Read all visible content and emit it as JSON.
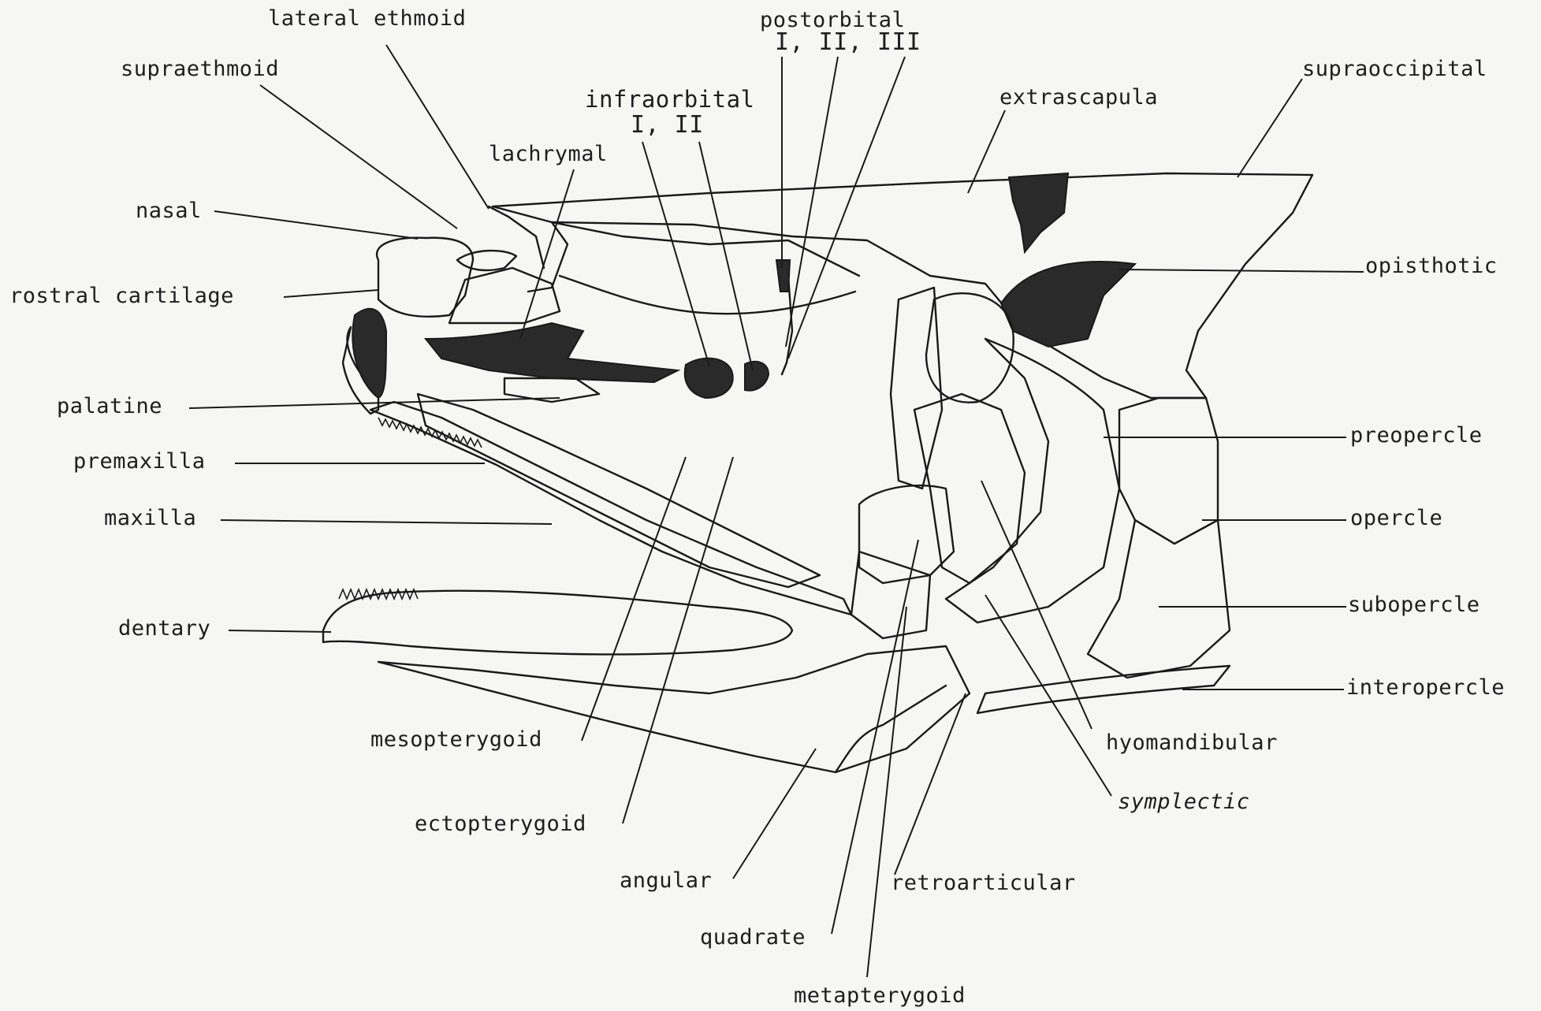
{
  "labels": {
    "lateral_ethmoid": "lateral ethmoid",
    "postorbital_1": "postorbital",
    "postorbital_2": "I, II, III",
    "supraethmoid": "supraethmoid",
    "infraorbital_1": "infraorbital",
    "infraorbital_2": "I, II",
    "extrascapula": "extrascapula",
    "supraoccipital": "supraoccipital",
    "lachrymal": "lachrymal",
    "nasal": "nasal",
    "rostral_cartilage": "rostral cartilage",
    "opisthotic": "opisthotic",
    "palatine": "palatine",
    "premaxilla": "premaxilla",
    "maxilla": "maxilla",
    "preopercle": "preopercle",
    "opercle": "opercle",
    "subopercle": "subopercle",
    "interopercle": "interopercle",
    "dentary": "dentary",
    "mesopterygoid": "mesopterygoid",
    "hyomandibular": "hyomandibular",
    "symplectic": "symplectic",
    "ectopterygoid": "ectopterygoid",
    "angular": "angular",
    "retroarticular": "retroarticular",
    "quadrate": "quadrate",
    "metapterygoid": "metapterygoid"
  }
}
